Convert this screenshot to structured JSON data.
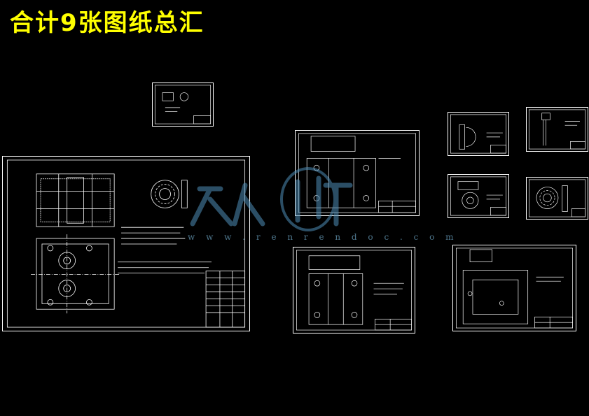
{
  "page": {
    "title": "合计9张图纸总汇"
  },
  "watermark": {
    "url": "w w w . r e n r e n d o c . c o m"
  },
  "colors": {
    "background": "#000000",
    "title": "#ffff00",
    "line": "#ffffff",
    "watermark": "#4f8fb8"
  },
  "sheets": [
    {
      "name": "assembly-drawing"
    },
    {
      "name": "small-part-drawing"
    },
    {
      "name": "plate-drawing-top"
    },
    {
      "name": "plate-drawing-bottom"
    },
    {
      "name": "part-drawing-a"
    },
    {
      "name": "part-drawing-b"
    },
    {
      "name": "part-drawing-c"
    },
    {
      "name": "part-drawing-d"
    },
    {
      "name": "part-drawing-e"
    }
  ]
}
